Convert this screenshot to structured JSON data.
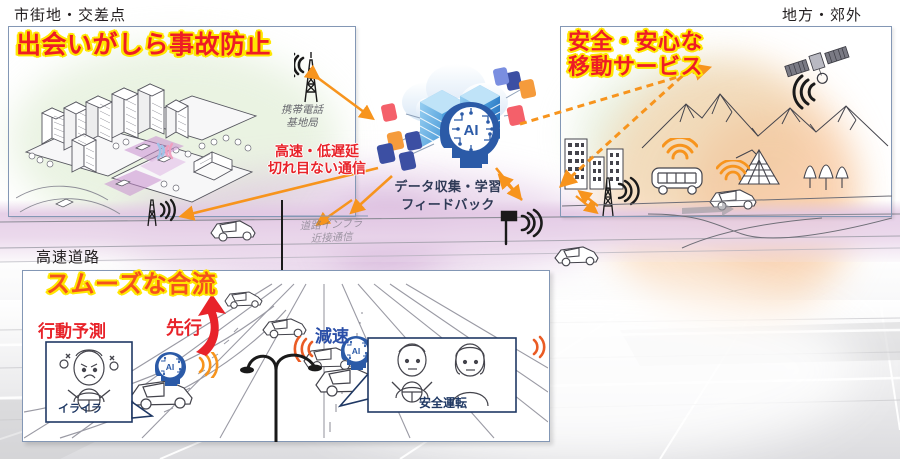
{
  "figure": {
    "title_urban_area": "市街地・交差点",
    "title_rural_area": "地方・郊外",
    "title_highway_area": "高速道路"
  },
  "panels": {
    "urban": {
      "caption": "市街地・交差点",
      "headline": "出会いがしら事故防止",
      "base_station_label_line1": "携帯電話",
      "base_station_label_line2": "基地局",
      "comm_label_line1": "高速・低遅延",
      "comm_label_line2": "切れ目ない通信"
    },
    "rural": {
      "caption": "地方・郊外",
      "headline_line1": "安全・安心な",
      "headline_line2": "移動サービス"
    },
    "highway": {
      "caption": "高速道路",
      "headline": "スムーズな合流",
      "behavior_prediction_label": "行動予測",
      "irritated_label": "イライラ",
      "lead_label": "先行",
      "decelerate_label": "減速",
      "safe_driving_label": "安全運転"
    }
  },
  "center": {
    "cloud_caption_line1": "データ収集・学習",
    "cloud_caption_line2": "フィードバック",
    "ai_label": "AI"
  },
  "road": {
    "infra_label_line1": "道路インフラ",
    "infra_label_line2": "近接通信"
  },
  "colors": {
    "headline_red": "#ee1c25",
    "headline_outline_yellow": "#ffe600",
    "headline_orange": "#f4511e",
    "accent_blue": "#2b4fa8",
    "arrow_orange": "#f7941d",
    "panel_border": "#8397b5",
    "signal_orange": "#f7941d",
    "road_purple": "#e2c8e4"
  },
  "icons": {
    "satellite": "satellite-icon",
    "cell_tower": "cell-tower-icon",
    "ai_brain": "ai-brain-icon",
    "cloud": "cloud-icon",
    "server_rack": "server-rack-icon",
    "wifi_signal": "wifi-signal-icon",
    "roadside_camera": "roadside-camera-icon"
  }
}
